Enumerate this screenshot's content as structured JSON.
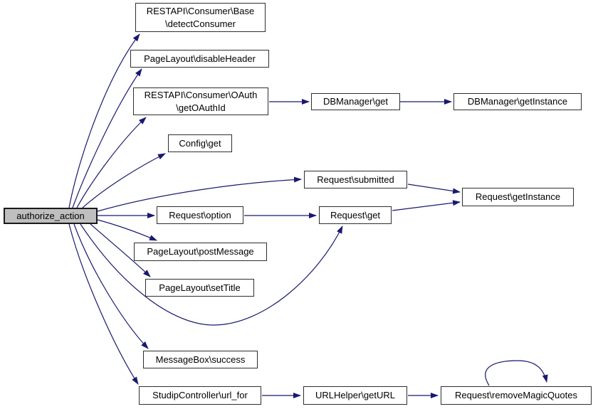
{
  "colors": {
    "edge": "#191970",
    "node_fill": "#ffffff",
    "node_border": "#2e2e2e",
    "highlight_fill": "#bfbfbf",
    "text": "#000000",
    "background": "#ffffff"
  },
  "graph": {
    "root": "authorize_action",
    "type": "call-graph"
  },
  "nodes": [
    {
      "id": "authorize_action",
      "label": "authorize_action",
      "highlighted": true
    },
    {
      "id": "detectConsumer",
      "label": "RESTAPI\\Consumer\\Base\n\\detectConsumer"
    },
    {
      "id": "disableHeader",
      "label": "PageLayout\\disableHeader"
    },
    {
      "id": "getOAuthId",
      "label": "RESTAPI\\Consumer\\OAuth\n\\getOAuthId"
    },
    {
      "id": "configGet",
      "label": "Config\\get"
    },
    {
      "id": "requestSubmitted",
      "label": "Request\\submitted"
    },
    {
      "id": "requestOption",
      "label": "Request\\option"
    },
    {
      "id": "postMessage",
      "label": "PageLayout\\postMessage"
    },
    {
      "id": "setTitle",
      "label": "PageLayout\\setTitle"
    },
    {
      "id": "messageBoxSuccess",
      "label": "MessageBox\\success"
    },
    {
      "id": "urlFor",
      "label": "StudipController\\url_for"
    },
    {
      "id": "dbManagerGet",
      "label": "DBManager\\get"
    },
    {
      "id": "dbManagerGetInstance",
      "label": "DBManager\\getInstance"
    },
    {
      "id": "requestGet",
      "label": "Request\\get"
    },
    {
      "id": "requestGetInstance",
      "label": "Request\\getInstance"
    },
    {
      "id": "urlHelperGetURL",
      "label": "URLHelper\\getURL"
    },
    {
      "id": "removeMagicQuotes",
      "label": "Request\\removeMagicQuotes"
    }
  ],
  "edges": [
    {
      "from": "authorize_action",
      "to": "detectConsumer"
    },
    {
      "from": "authorize_action",
      "to": "disableHeader"
    },
    {
      "from": "authorize_action",
      "to": "getOAuthId"
    },
    {
      "from": "authorize_action",
      "to": "configGet"
    },
    {
      "from": "authorize_action",
      "to": "requestSubmitted"
    },
    {
      "from": "authorize_action",
      "to": "requestOption"
    },
    {
      "from": "authorize_action",
      "to": "postMessage"
    },
    {
      "from": "authorize_action",
      "to": "setTitle"
    },
    {
      "from": "authorize_action",
      "to": "requestGet"
    },
    {
      "from": "authorize_action",
      "to": "messageBoxSuccess"
    },
    {
      "from": "authorize_action",
      "to": "urlFor"
    },
    {
      "from": "getOAuthId",
      "to": "dbManagerGet"
    },
    {
      "from": "dbManagerGet",
      "to": "dbManagerGetInstance"
    },
    {
      "from": "requestSubmitted",
      "to": "requestGetInstance"
    },
    {
      "from": "requestOption",
      "to": "requestGet"
    },
    {
      "from": "requestGet",
      "to": "requestGetInstance"
    },
    {
      "from": "urlFor",
      "to": "urlHelperGetURL"
    },
    {
      "from": "urlHelperGetURL",
      "to": "removeMagicQuotes"
    },
    {
      "from": "removeMagicQuotes",
      "to": "removeMagicQuotes"
    }
  ]
}
